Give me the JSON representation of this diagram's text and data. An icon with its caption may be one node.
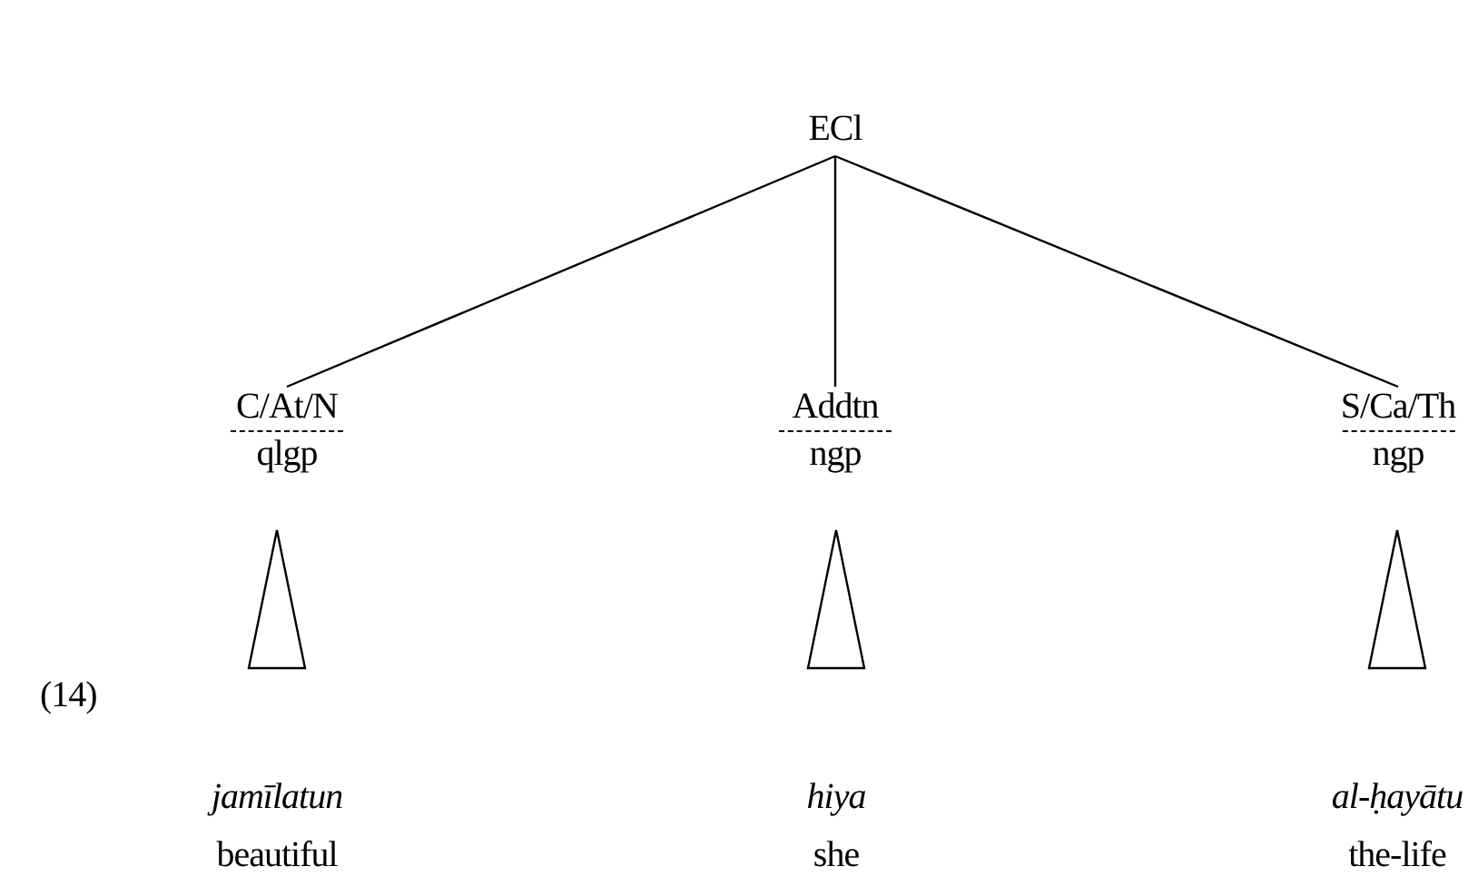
{
  "diagram": {
    "nodes": [
      {
        "text": [
          "ECl"
        ]
      },
      {
        "text": [
          "C/At/N",
          "qlgp"
        ]
      },
      {
        "text": [
          "Addtn",
          "ngp"
        ]
      },
      {
        "text": [
          "S/Ca/Th",
          "ngp"
        ]
      },
      {
        "text": [],
        "shape": "triangle",
        "beside": [
          "*jamīlatun*",
          "beautiful"
        ]
      },
      {
        "text": [],
        "shape": "triangle",
        "beside": [
          "*hiya*",
          "she"
        ]
      },
      {
        "text": [],
        "shape": "triangle",
        "beside": [
          "*al-ḥayātu*",
          "the-life"
        ]
      }
    ],
    "edges": [
      {
        "from": 0,
        "to": 1,
        "arrow": "none"
      },
      {
        "from": 0,
        "to": 2,
        "arrow": "none"
      },
      {
        "from": 0,
        "to": 3,
        "arrow": "none"
      }
    ],
    "labels": [
      "(14)"
    ]
  }
}
